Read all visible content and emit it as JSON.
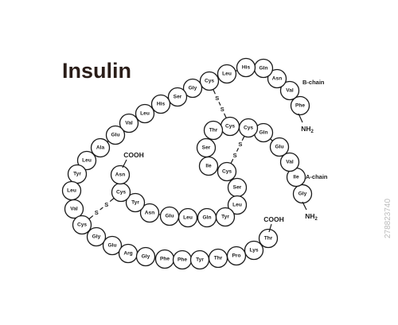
{
  "title": "Insulin",
  "labels": {
    "b_chain": "B-chain",
    "a_chain": "A-chain",
    "cooh_a": "COOH",
    "cooh_b": "COOH",
    "nh2_b": "NH",
    "nh2_a": "NH",
    "subscript": "2",
    "s": "S"
  },
  "watermark": "278823740",
  "b_chain": [
    "Phe",
    "Val",
    "Asn",
    "Gln",
    "His",
    "Leu",
    "Cys",
    "Gly",
    "Ser",
    "His",
    "Leu",
    "Val",
    "Glu",
    "Ala",
    "Leu",
    "Tyr",
    "Leu",
    "Val",
    "Cys",
    "Gly",
    "Glu",
    "Arg",
    "Gly",
    "Phe",
    "Phe",
    "Tyr",
    "Thr",
    "Pro",
    "Lys",
    "Thr"
  ],
  "a_chain": [
    "Gly",
    "Ile",
    "Val",
    "Glu",
    "Gln",
    "Cys",
    "Cys",
    "Thr",
    "Ser",
    "Ile",
    "Cys",
    "Ser",
    "Leu",
    "Tyr",
    "Gln",
    "Leu",
    "Glu",
    "Asn",
    "Tyr",
    "Cys",
    "Asn"
  ]
}
